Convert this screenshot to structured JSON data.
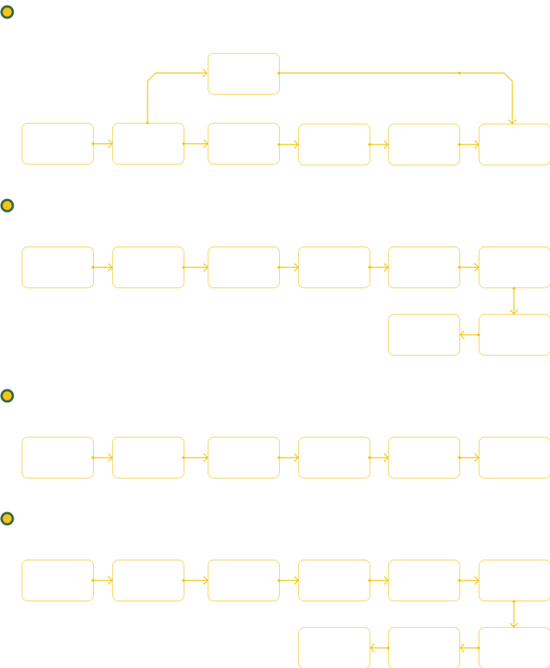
{
  "colors": {
    "background": "#ffffff",
    "node_stroke": "#f5d76e",
    "connector": "#f2c811",
    "marker_fill": "#f5c518",
    "marker_ring": "#3b6b45"
  },
  "icons": {
    "section_marker": "circle-marker-icon",
    "connector_head": "arrow-head-icon",
    "connector_tail": "dot-icon"
  },
  "sections": [
    {
      "id": "flow-1",
      "nodes": [
        {
          "id": "n1",
          "label": ""
        },
        {
          "id": "n2",
          "label": ""
        },
        {
          "id": "n3",
          "label": ""
        },
        {
          "id": "n4",
          "label": ""
        },
        {
          "id": "n5",
          "label": ""
        },
        {
          "id": "n6",
          "label": ""
        },
        {
          "id": "n7",
          "label": ""
        }
      ],
      "edges": [
        {
          "from": "n1",
          "to": "n2"
        },
        {
          "from": "n2",
          "to": "n3"
        },
        {
          "from": "n3",
          "to": "n4"
        },
        {
          "from": "n4",
          "to": "n5"
        },
        {
          "from": "n5",
          "to": "n6"
        },
        {
          "from": "n2",
          "to": "n7"
        },
        {
          "from": "n7",
          "to": "n6"
        }
      ]
    },
    {
      "id": "flow-2",
      "nodes": [
        {
          "id": "n1",
          "label": ""
        },
        {
          "id": "n2",
          "label": ""
        },
        {
          "id": "n3",
          "label": ""
        },
        {
          "id": "n4",
          "label": ""
        },
        {
          "id": "n5",
          "label": ""
        },
        {
          "id": "n6",
          "label": ""
        },
        {
          "id": "n7",
          "label": ""
        },
        {
          "id": "n8",
          "label": ""
        }
      ],
      "edges": [
        {
          "from": "n1",
          "to": "n2"
        },
        {
          "from": "n2",
          "to": "n3"
        },
        {
          "from": "n3",
          "to": "n4"
        },
        {
          "from": "n4",
          "to": "n5"
        },
        {
          "from": "n5",
          "to": "n6"
        },
        {
          "from": "n6",
          "to": "n7"
        },
        {
          "from": "n7",
          "to": "n8"
        }
      ]
    },
    {
      "id": "flow-3",
      "nodes": [
        {
          "id": "n1",
          "label": ""
        },
        {
          "id": "n2",
          "label": ""
        },
        {
          "id": "n3",
          "label": ""
        },
        {
          "id": "n4",
          "label": ""
        },
        {
          "id": "n5",
          "label": ""
        },
        {
          "id": "n6",
          "label": ""
        }
      ],
      "edges": [
        {
          "from": "n1",
          "to": "n2"
        },
        {
          "from": "n2",
          "to": "n3"
        },
        {
          "from": "n3",
          "to": "n4"
        },
        {
          "from": "n4",
          "to": "n5"
        },
        {
          "from": "n5",
          "to": "n6"
        }
      ]
    },
    {
      "id": "flow-4",
      "nodes": [
        {
          "id": "n1",
          "label": ""
        },
        {
          "id": "n2",
          "label": ""
        },
        {
          "id": "n3",
          "label": ""
        },
        {
          "id": "n4",
          "label": ""
        },
        {
          "id": "n5",
          "label": ""
        },
        {
          "id": "n6",
          "label": ""
        },
        {
          "id": "n7",
          "label": ""
        },
        {
          "id": "n8",
          "label": ""
        },
        {
          "id": "n9",
          "label": ""
        }
      ],
      "edges": [
        {
          "from": "n1",
          "to": "n2"
        },
        {
          "from": "n2",
          "to": "n3"
        },
        {
          "from": "n3",
          "to": "n4"
        },
        {
          "from": "n4",
          "to": "n5"
        },
        {
          "from": "n5",
          "to": "n6"
        },
        {
          "from": "n6",
          "to": "n7"
        },
        {
          "from": "n7",
          "to": "n8"
        },
        {
          "from": "n8",
          "to": "n9"
        }
      ]
    }
  ]
}
